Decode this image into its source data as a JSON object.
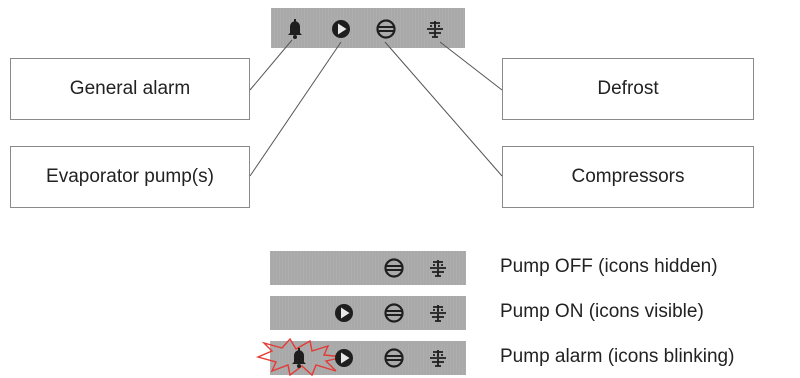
{
  "top_panel": {
    "icons": [
      "bell-icon",
      "pump-icon",
      "compressor-icon",
      "defrost-icon"
    ]
  },
  "labels": {
    "general_alarm": "General alarm",
    "defrost": "Defrost",
    "evaporator_pumps": "Evaporator pump(s)",
    "compressors": "Compressors"
  },
  "states": [
    {
      "caption": "Pump OFF (icons hidden)",
      "icons": [
        "compressor-icon",
        "defrost-icon"
      ]
    },
    {
      "caption": "Pump ON (icons visible)",
      "icons": [
        "pump-icon",
        "compressor-icon",
        "defrost-icon"
      ]
    },
    {
      "caption": "Pump alarm (icons blinking)",
      "icons": [
        "bell-icon",
        "pump-icon",
        "compressor-icon",
        "defrost-icon"
      ],
      "blinking": [
        "bell-icon",
        "pump-icon"
      ]
    }
  ],
  "colors": {
    "panel": "#a9a9a9",
    "icon": "#1e1e1e",
    "blink_burst": "#e53935"
  }
}
